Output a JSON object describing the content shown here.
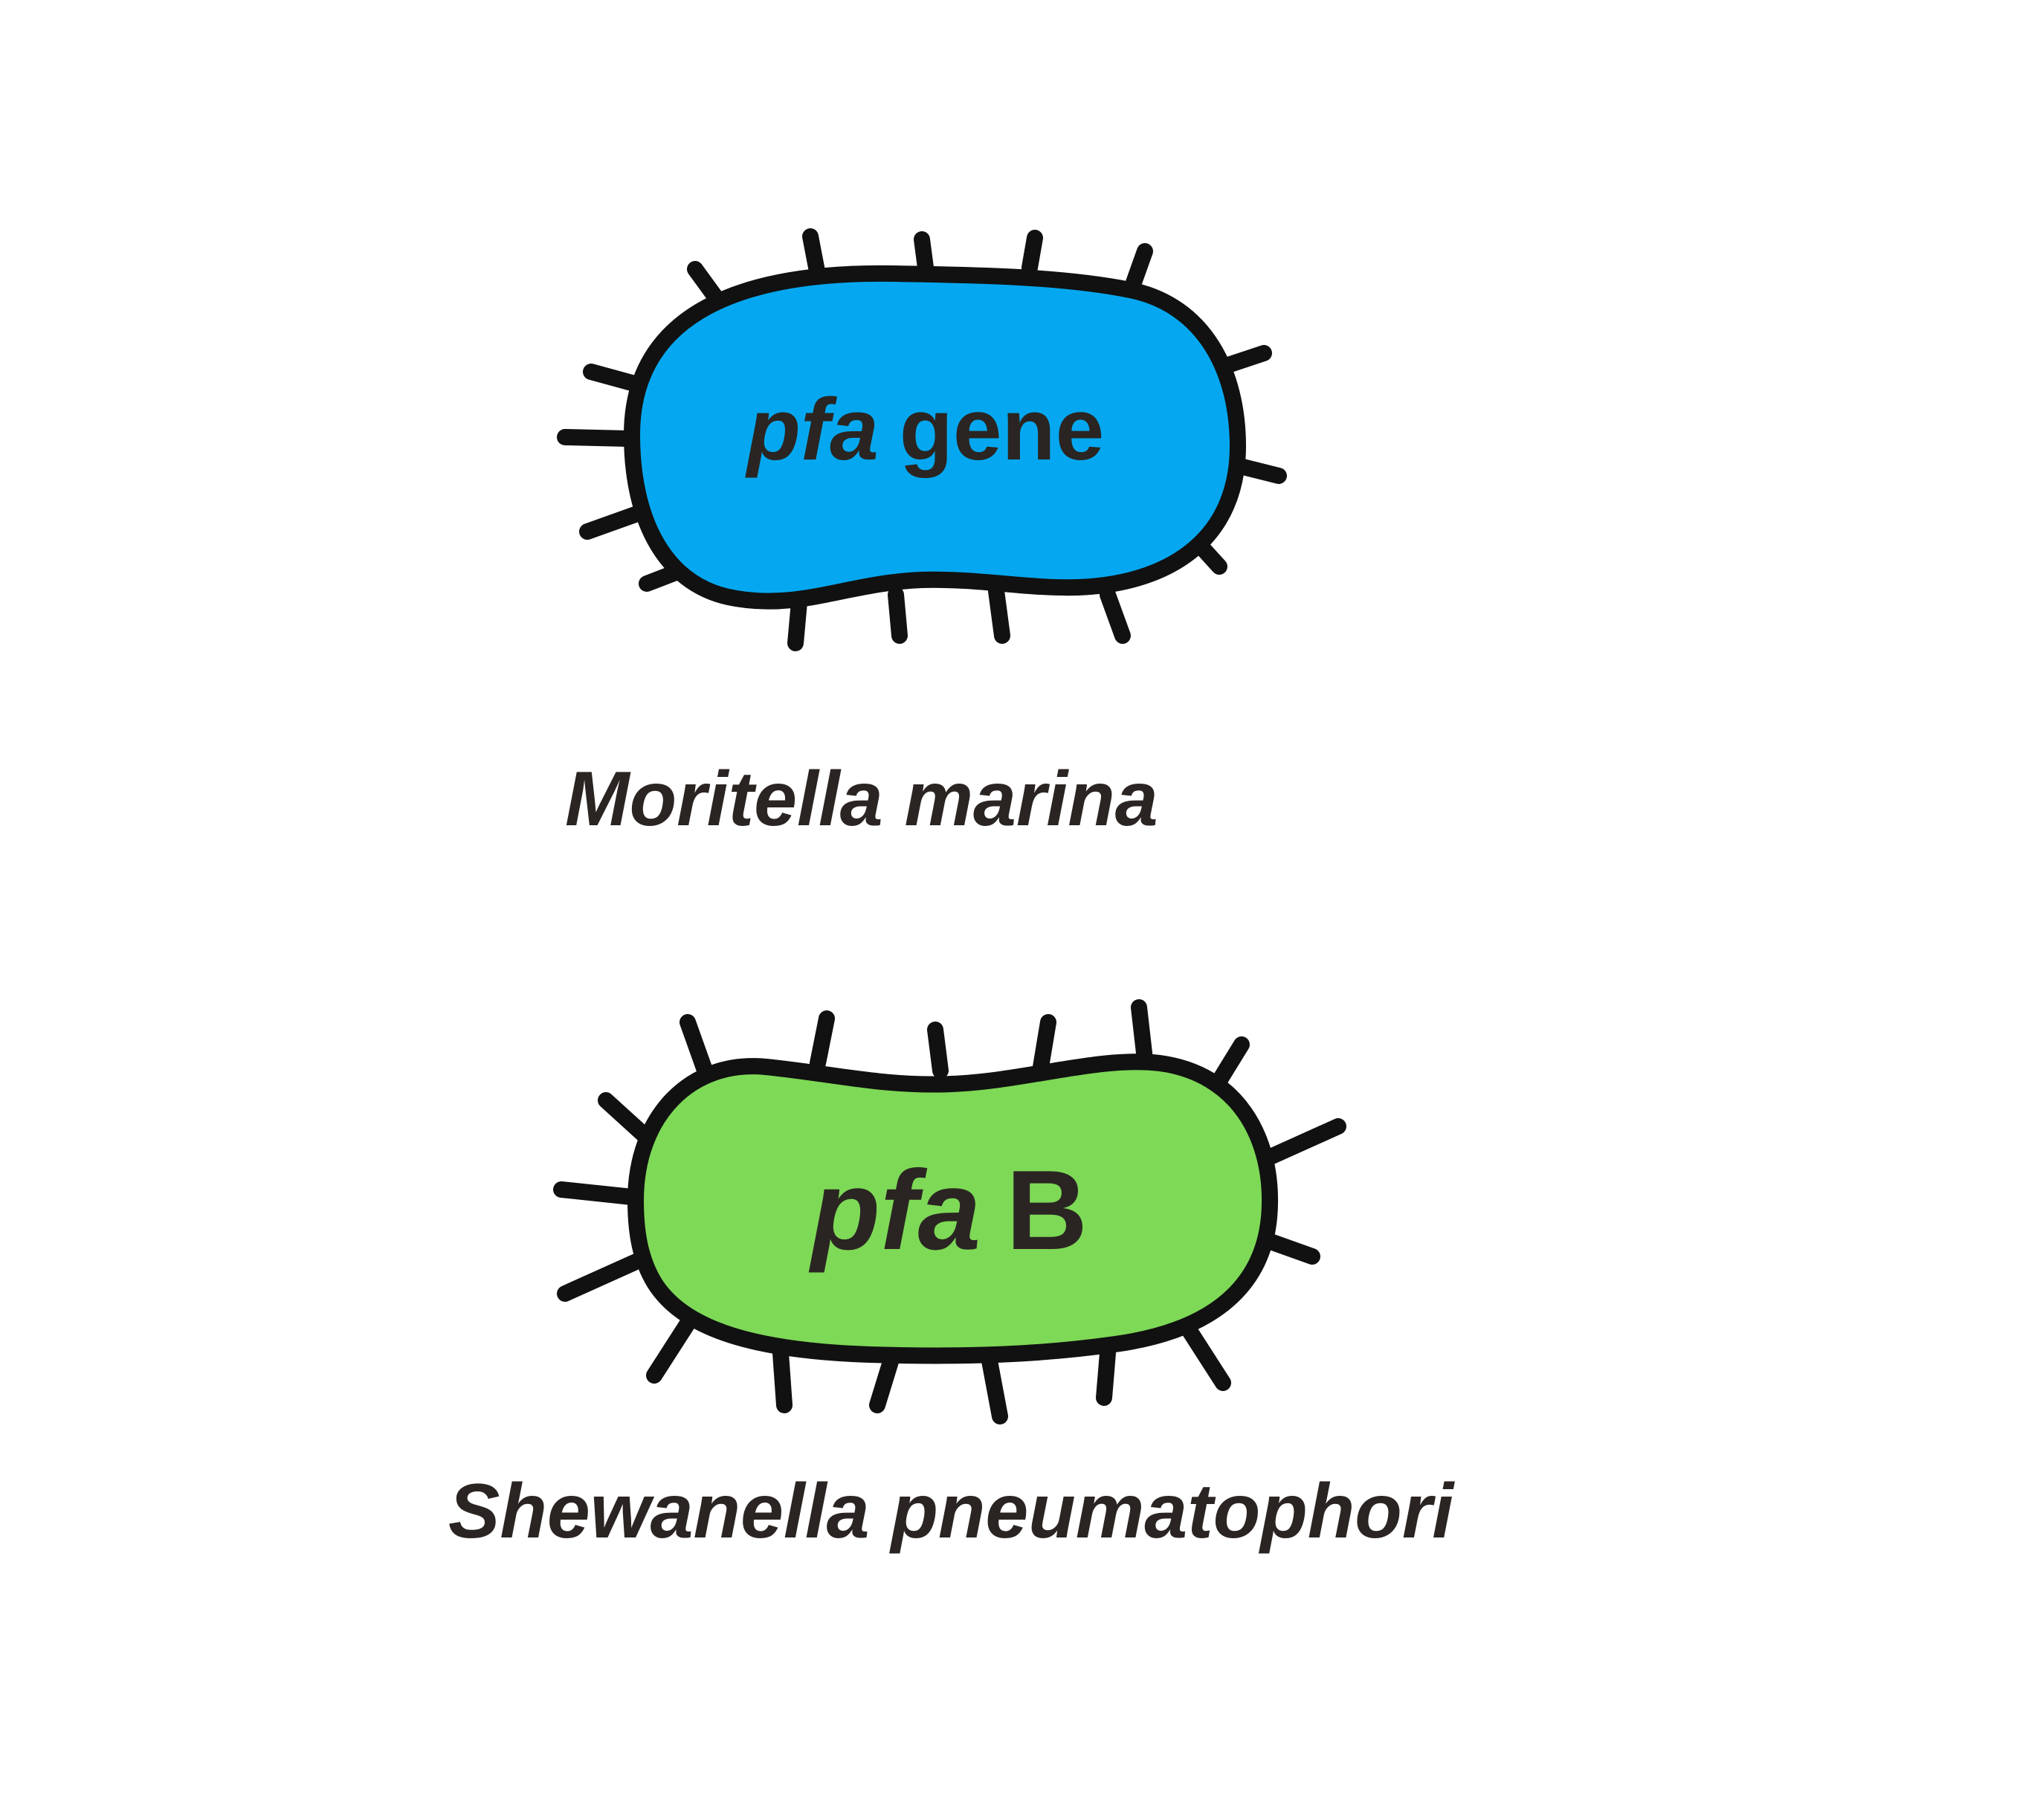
{
  "cells": [
    {
      "id": "moritella",
      "label_italic": "pfa",
      "label_rest": "gene",
      "species": "Moritella marina",
      "fill": "#05A8F0"
    },
    {
      "id": "shewanella",
      "label_italic": "pfa",
      "label_rest": "B",
      "species": "Shewanella pneumatophori",
      "fill": "#7ED957"
    }
  ],
  "colors": {
    "outline": "#111111",
    "text": "#2a2522",
    "background": "#ffffff"
  }
}
